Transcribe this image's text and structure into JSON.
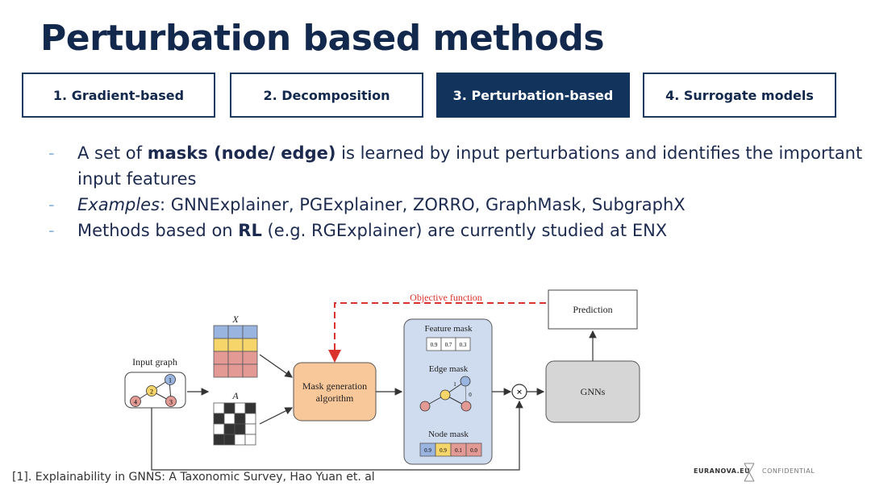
{
  "slide": {
    "title": "Perturbation based methods",
    "tabs": [
      {
        "label": "1. Gradient-based",
        "active": false
      },
      {
        "label": "2. Decomposition",
        "active": false
      },
      {
        "label": "3. Perturbation-based",
        "active": true
      },
      {
        "label": "4. Surrogate models",
        "active": false
      }
    ],
    "bullets": {
      "b1_pre": "A set of ",
      "b1_bold": "masks (node/ edge)",
      "b1_post": " is learned by input perturbations and identifies the important input features",
      "b2_italic": "Examples",
      "b2_post": ": GNNExplainer, PGExplainer, ZORRO, GraphMask, SubgraphX",
      "b3_pre": "Methods based on ",
      "b3_bold": "RL",
      "b3_post": " (e.g. RGExplainer) are currently studied at ENX"
    },
    "footnote": "[1]. Explainability in GNNS: A Taxonomic Survey, Hao Yuan et. al",
    "brand_name": "EURANOVA.EU",
    "brand_label": "CONFIDENTIAL"
  },
  "diagram": {
    "objective_label": "Objective function",
    "input_graph_label": "Input graph",
    "x_label": "X",
    "a_label": "A",
    "mask_gen_line1": "Mask generation",
    "mask_gen_line2": "algorithm",
    "feature_mask_label": "Feature mask",
    "feature_mask_values": [
      "0.9",
      "0.7",
      "0.3"
    ],
    "edge_mask_label": "Edge mask",
    "edge_mask_values": [
      "1",
      "0"
    ],
    "node_mask_label": "Node mask",
    "node_mask_values": [
      "0.9",
      "0.9",
      "0.1",
      "0.0"
    ],
    "prediction_label": "Prediction",
    "gnn_label": "GNNs",
    "multiply_symbol": "×",
    "node_numbers": [
      "1",
      "2",
      "3",
      "4"
    ],
    "colors": {
      "blue": "#9ab4e0",
      "yellow": "#f6d66a",
      "red": "#e39a95",
      "orange_box": "#f9c89a",
      "mask_panel": "#cfdcef",
      "gnn_box": "#d6d6d6",
      "objective_red": "#d9332b"
    }
  }
}
